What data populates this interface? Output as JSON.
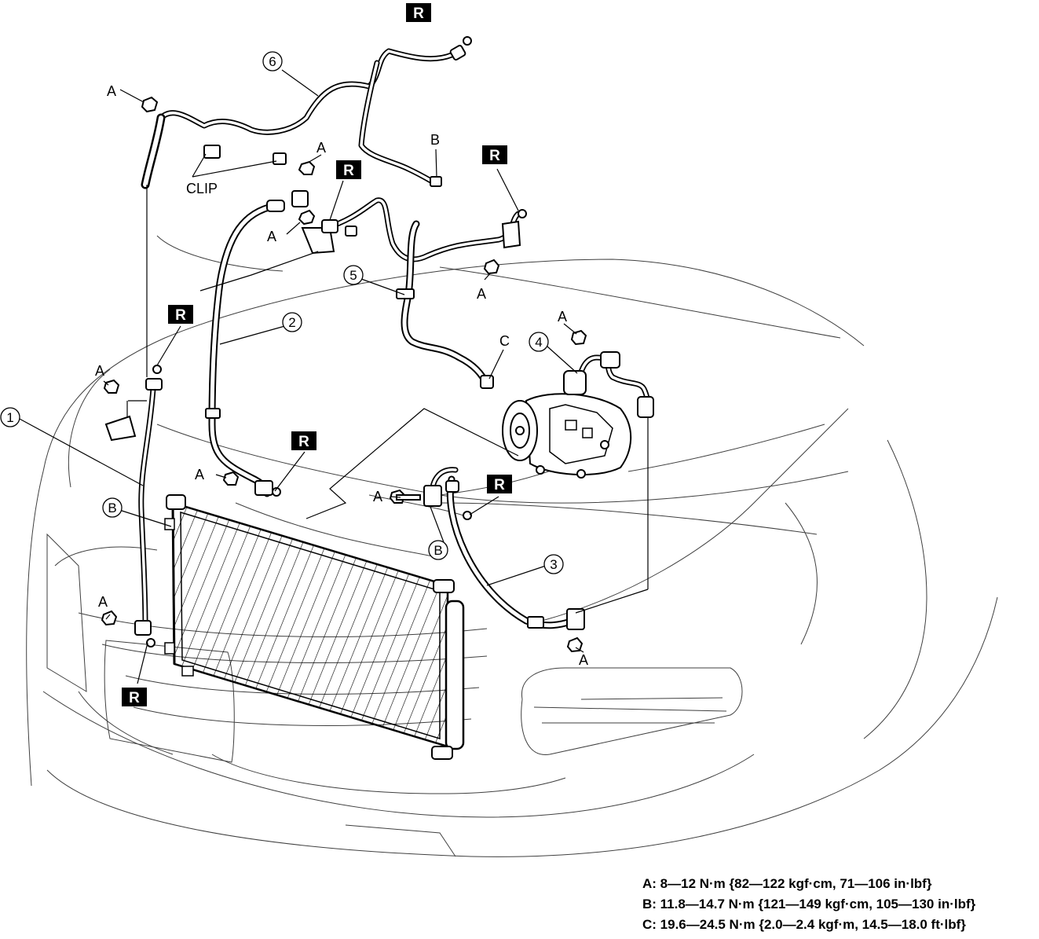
{
  "labels": {
    "part_1": "1",
    "part_2": "2",
    "part_3": "3",
    "part_4": "4",
    "part_5": "5",
    "part_6": "6",
    "replace": "R",
    "torque_a": "A",
    "torque_b": "B",
    "torque_c": "C",
    "clip": "CLIP"
  },
  "legend": {
    "a": "A: 8—12 N·m {82—122 kgf·cm, 71—106 in·lbf}",
    "b": "B: 11.8—14.7 N·m {121—149 kgf·cm, 105—130 in·lbf}",
    "c": "C: 19.6—24.5 N·m {2.0—2.4 kgf·m, 14.5—18.0 ft·lbf}"
  }
}
